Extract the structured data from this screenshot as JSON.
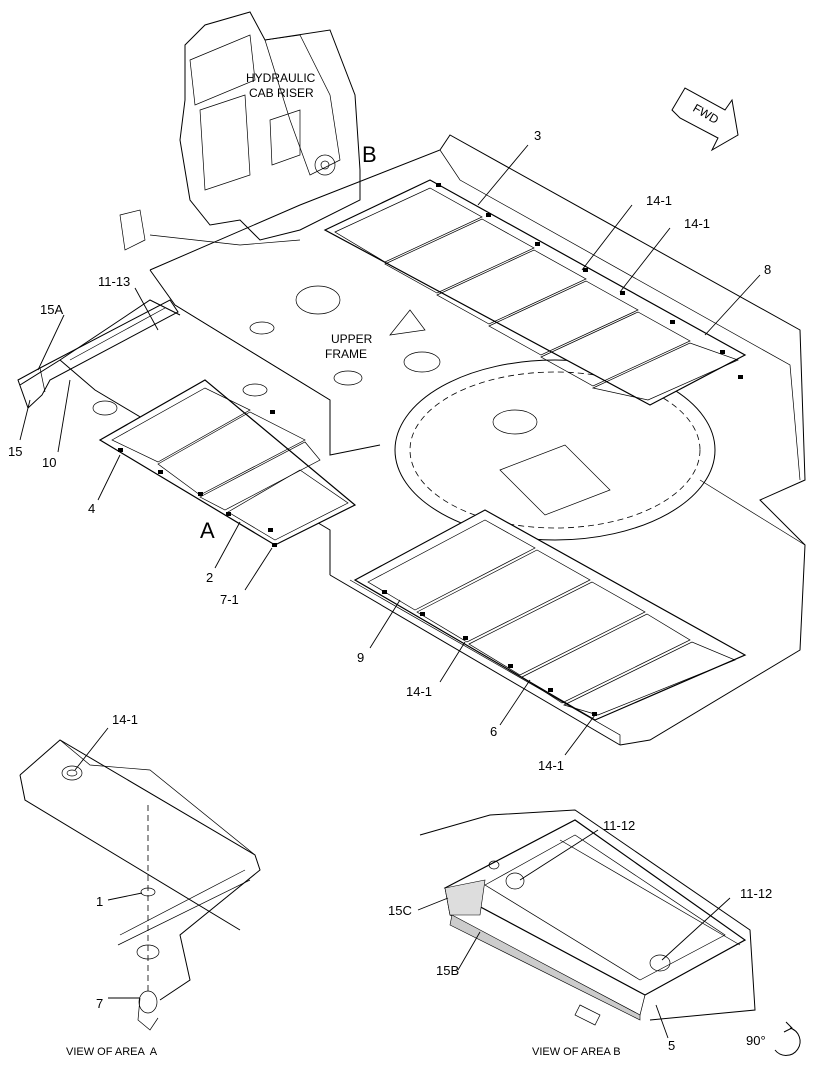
{
  "diagram": {
    "annotations": {
      "hydraulic_cab_riser": [
        "HYDRAULIC",
        "CAB RISER"
      ],
      "upper_frame": [
        "UPPER",
        "FRAME"
      ],
      "fwd": "FWD",
      "area_a": "A",
      "area_b": "B",
      "rotation": "90°"
    },
    "part_labels": {
      "p3": "3",
      "p14_1_top_a": "14-1",
      "p14_1_top_b": "14-1",
      "p8": "8",
      "p11_13": "11-13",
      "p15A": "15A",
      "p15": "15",
      "p10": "10",
      "p4": "4",
      "p2": "2",
      "p7_1": "7-1",
      "p9": "9",
      "p14_1_mid": "14-1",
      "p6": "6",
      "p14_1_low": "14-1",
      "p14_1_detail_a": "14-1",
      "p1": "1",
      "p7": "7",
      "p11_12_a": "11-12",
      "p11_12_b": "11-12",
      "p15C": "15C",
      "p15B": "15B",
      "p5": "5"
    },
    "captions": {
      "view_a": "VIEW OF AREA  A",
      "view_b": "VIEW OF AREA B"
    }
  }
}
